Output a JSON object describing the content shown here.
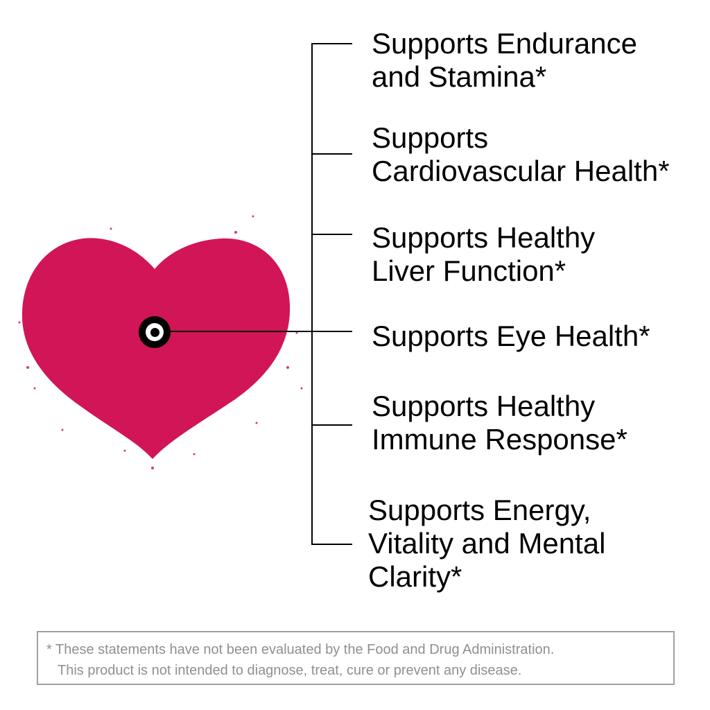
{
  "graphic": {
    "heart_color": "#d41852",
    "heart_shadow_color": "#a80f3c",
    "target_icon": "bullseye-target-icon"
  },
  "benefits": [
    {
      "label": "Supports Endurance\nand Stamina*"
    },
    {
      "label": "Supports\nCardiovascular Health*"
    },
    {
      "label": "Supports Healthy\nLiver Function*"
    },
    {
      "label": "Supports Eye Health*"
    },
    {
      "label": "Supports Healthy\nImmune Response*"
    },
    {
      "label": "Supports Energy,\nVitality and Mental\nClarity*"
    }
  ],
  "disclaimer": {
    "line1": "* These statements have not been evaluated by the Food and Drug Administration.",
    "line2": "This product is not intended to diagnose, treat, cure or prevent any disease."
  }
}
